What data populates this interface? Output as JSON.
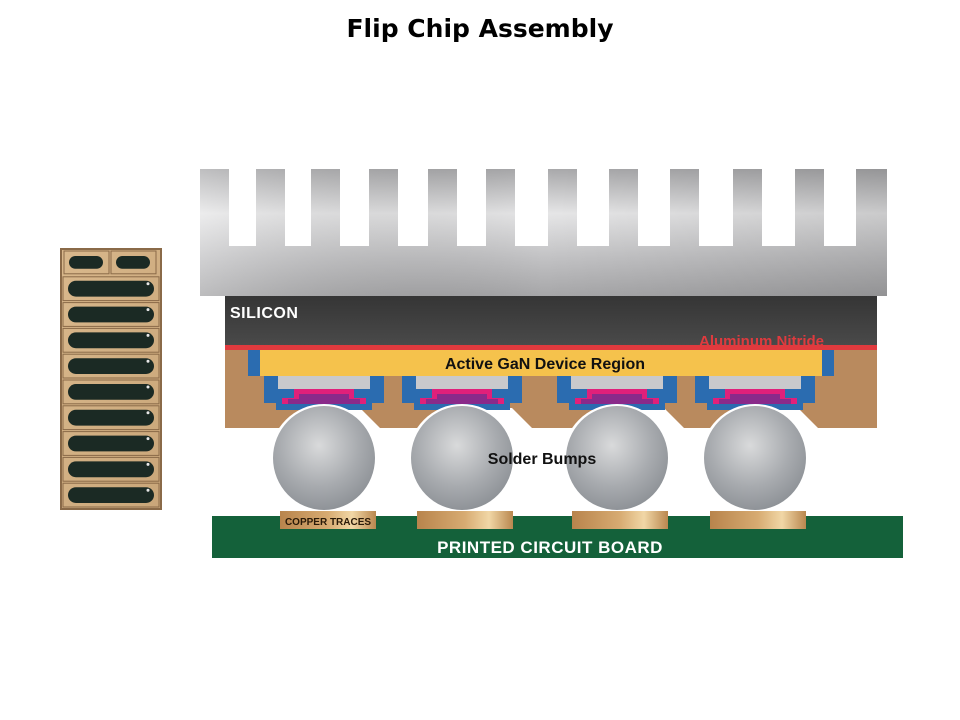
{
  "title": "Flip Chip Assembly",
  "labels": {
    "silicon": "SILICON",
    "aluminum_nitride": "Aluminum Nitride",
    "active_region": "Active GaN Device Region",
    "solder_bumps": "Solder Bumps",
    "copper_traces": "COPPER TRACES",
    "pcb": "PRINTED CIRCUIT BOARD"
  },
  "components": {
    "heat_sink_fins": 12,
    "solder_bump_count": 4,
    "copper_trace_count": 4,
    "chip_photo_pads": {
      "short_pads": 2,
      "long_pads": 9
    }
  },
  "colors": {
    "silicon": "#3a3a3a",
    "aluminum_nitride": "#e03a3e",
    "active_region": "#f5c24c",
    "passivation": "#2b6cb0",
    "underfill": "#b98a5e",
    "ubm_pink": "#e0207a",
    "ubm_purple": "#8a2a8a",
    "pad_gray": "#c9c9cc",
    "solder": "#a9acb0",
    "copper": "#c8965a",
    "pcb": "#14613a"
  }
}
